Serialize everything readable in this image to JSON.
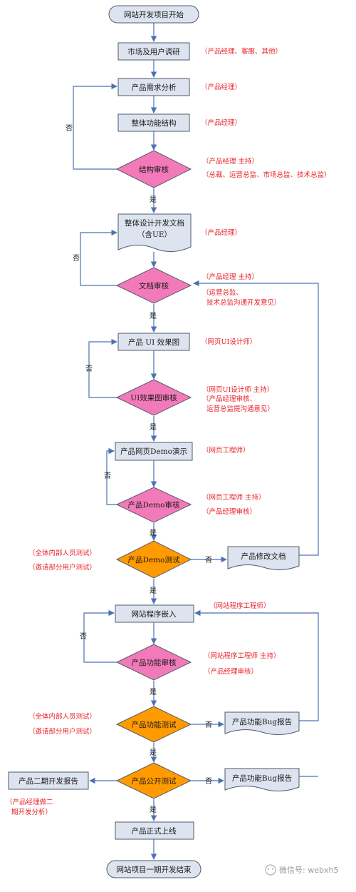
{
  "nodes": {
    "start": "网站开发项目开始",
    "research": "市场及用户调研",
    "req": "产品需求分析",
    "struct": "整体功能结构",
    "structReview": "结构审核",
    "designDoc1": "整体设计开发文档",
    "designDoc2": "（含UE）",
    "docReview": "文档审核",
    "uiMock": "产品 UI 效果图",
    "uiReview": "UI效果图审核",
    "demo": "产品网页Demo演示",
    "demoReview": "产品Demo审核",
    "demoTest": "产品Demo测试",
    "modDoc": "产品修改文档",
    "embed": "网站程序嵌入",
    "funcReview": "产品功能审核",
    "funcTest": "产品功能测试",
    "bugReport1": "产品功能Bug报告",
    "publicTest": "产品公开测试",
    "bugReport2": "产品功能Bug报告",
    "phase2": "产品二期开发报告",
    "launch": "产品正式上线",
    "end": "网站项目一期开发结束"
  },
  "notes": {
    "research": "（产品经理、客服、其他）",
    "req": "（产品经理）",
    "struct": "（产品经理）",
    "structReview1": "（产品经理 主持）",
    "structReview2": "（总裁、运营总监、市场总监、技术总监）",
    "designDoc": "（产品经理）",
    "docReview1": "（产品经理 主持）",
    "docReview2": "（运营总监、",
    "docReview3": "技术总监沟通开发意见）",
    "uiMock": "（网页UI设计师）",
    "uiReview1": "（网页UI设计师 主持）",
    "uiReview2": "（产品经理审核、",
    "uiReview3": "运营总监提沟通意见）",
    "demo": "（网页工程师）",
    "demoReview1": "（网页工程师 主持）",
    "demoReview2": "（产品经理审核）",
    "demoTest1": "（全体内部人员测试）",
    "demoTest2": "（邀请部分用户测试）",
    "embed": "（网站程序工程师）",
    "funcReview1": "（网站程序工程师 主持）",
    "funcReview2": "（产品经理审核）",
    "funcTest1": "（全体内部人员测试）",
    "funcTest2": "（邀请部分用户测试）",
    "phase2a": "（产品经理做二",
    "phase2b": "期开发分析）"
  },
  "labels": {
    "yes": "是",
    "no": "否"
  },
  "watermark": "微信号: webxh5",
  "colors": {
    "boxFill": "#dde4ef",
    "boxStroke": "#505a6a",
    "pinkDiamond": "#f37ab9",
    "orangeDiamond": "#ff9a00",
    "arrow": "#4a72b6",
    "note": "#e8222b"
  }
}
